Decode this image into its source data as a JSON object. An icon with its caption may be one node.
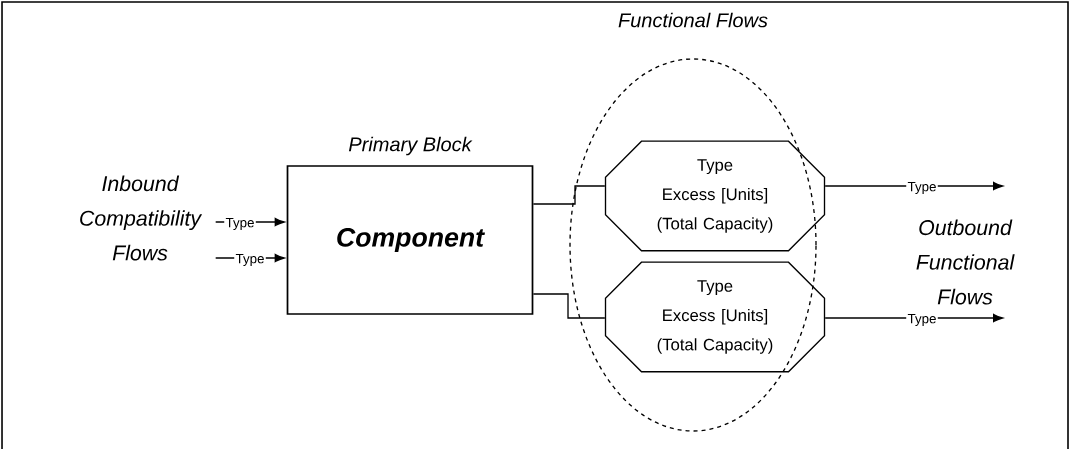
{
  "diagram": {
    "nodes": [
      {
        "text": [
          "Functional Flows"
        ]
      },
      {
        "text": [
          "Primary Block",
          "Component"
        ]
      },
      {
        "text": [
          "Type",
          "Excess [Units]",
          "(Total Capacity)"
        ],
        "in": 0
      },
      {
        "text": [
          "Type",
          "Excess [Units]",
          "(Total Capacity)"
        ],
        "in": 0
      },
      {
        "text": [
          "Inbound Compatibility Flows"
        ]
      },
      {
        "text": [
          "Outbound Functional Flows"
        ]
      }
    ],
    "edges": [
      {
        "from": 4,
        "to": 1,
        "arrow": "to",
        "label": "Type"
      },
      {
        "from": 4,
        "to": 1,
        "arrow": "to",
        "label": "Type"
      },
      {
        "from": 1,
        "to": 2,
        "arrow": "none"
      },
      {
        "from": 1,
        "to": 3,
        "arrow": "none"
      },
      {
        "from": 2,
        "to": null,
        "arrow": "to",
        "label": "Type"
      },
      {
        "from": 3,
        "to": 5,
        "arrow": "to",
        "label": "Type"
      }
    ]
  }
}
